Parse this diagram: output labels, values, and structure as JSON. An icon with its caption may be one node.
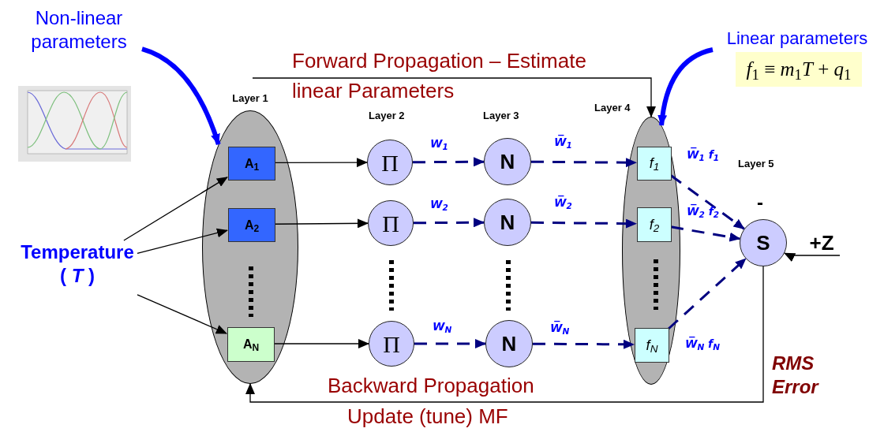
{
  "diagram": {
    "nodes": [
      {
        "text": [
          "Non-linear parameters"
        ]
      },
      {
        "text": [
          "Layer 1"
        ]
      },
      {
        "text": [
          "A$_{1}$"
        ],
        "in": 1
      },
      {
        "text": [
          "A$_{2}$"
        ],
        "in": 1
      },
      {
        "text": [
          "A$_{N}$"
        ],
        "in": 1
      },
      {
        "text": [
          "Temperature ( *T* )"
        ]
      },
      {
        "text": [
          "Π"
        ]
      },
      {
        "text": [
          "Π"
        ]
      },
      {
        "text": [
          "Π"
        ]
      },
      {
        "text": [
          "N"
        ]
      },
      {
        "text": [
          "N"
        ]
      },
      {
        "text": [
          "N"
        ]
      },
      {
        "text": [
          "Layer 4"
        ]
      },
      {
        "text": [
          "f$_{1}$"
        ],
        "in": 12
      },
      {
        "text": [
          "f$_{2}$"
        ],
        "in": 12
      },
      {
        "text": [
          "f$_{N}$"
        ],
        "in": 12
      },
      {
        "text": [
          "S"
        ],
        "beside": [
          "-"
        ]
      },
      {
        "text": [
          "+Z"
        ]
      },
      {
        "text": [
          "Linear parameters"
        ]
      },
      {
        "text": [
          "*f*$_{1}$ ≡ *m*$_{1}$*T* + *q*$_{1}$"
        ]
      }
    ],
    "edges": [
      {
        "from": 0,
        "to": 1,
        "arrow": "to",
        "style": "thick",
        "color": "#0000ff"
      },
      {
        "from": 5,
        "to": 2,
        "arrow": "to"
      },
      {
        "from": 5,
        "to": 3,
        "arrow": "to"
      },
      {
        "from": 5,
        "to": 4,
        "arrow": "to"
      },
      {
        "from": 2,
        "to": 6,
        "arrow": "to"
      },
      {
        "from": 3,
        "to": 7,
        "arrow": "to"
      },
      {
        "from": 4,
        "to": 8,
        "arrow": "to"
      },
      {
        "from": 6,
        "to": 9,
        "arrow": "to",
        "label": "W$_{1}$",
        "style": "dashed",
        "color": "#000080"
      },
      {
        "from": 7,
        "to": 10,
        "arrow": "to",
        "label": "W$_{2}$",
        "style": "dashed",
        "color": "#000080"
      },
      {
        "from": 8,
        "to": 11,
        "arrow": "to",
        "label": "W$_{N}$",
        "style": "dashed",
        "color": "#000080"
      },
      {
        "from": 9,
        "to": 13,
        "arrow": "to",
        "label": "W̅$_{1}$",
        "style": "dashed",
        "color": "#000080"
      },
      {
        "from": 10,
        "to": 14,
        "arrow": "to",
        "label": "W̅$_{2}$",
        "style": "dashed",
        "color": "#000080"
      },
      {
        "from": 11,
        "to": 15,
        "arrow": "to",
        "label": "W̅$_{N}$",
        "style": "dashed",
        "color": "#000080"
      },
      {
        "from": 13,
        "to": 16,
        "arrow": "to",
        "label": "W̅$_{1}$ f$_{1}$",
        "style": "dashed",
        "color": "#000080"
      },
      {
        "from": 14,
        "to": 16,
        "arrow": "to",
        "label": "W̅$_{2}$ f$_{2}$",
        "style": "dashed",
        "color": "#000080"
      },
      {
        "from": 15,
        "to": 16,
        "arrow": "to",
        "label": "W̅$_{N}$ f$_{N}$",
        "style": "dashed",
        "color": "#000080"
      },
      {
        "from": 17,
        "to": 16,
        "arrow": "to"
      },
      {
        "from": 18,
        "to": 12,
        "arrow": "to",
        "style": "thick",
        "color": "#0000ff"
      },
      {
        "from": null,
        "to": 12,
        "arrow": "to",
        "label": "Forward Propagation – Estimate linear Parameters"
      },
      {
        "from": 16,
        "to": 1,
        "arrow": "to",
        "label": "Backward Propagation"
      }
    ],
    "labels": [
      "Layer 2",
      "Layer 3",
      "Layer 5",
      "Update (tune) MF",
      "RMS Error"
    ]
  }
}
